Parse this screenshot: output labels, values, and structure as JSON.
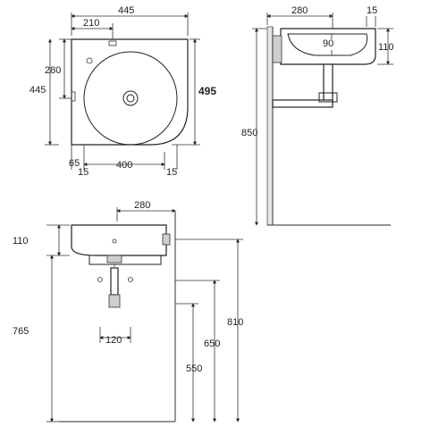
{
  "top_view": {
    "dim_width_total": "445",
    "dim_width_tap": "210",
    "dim_height_tap": "280",
    "dim_height_side": "445",
    "dim_height_right": "495",
    "dim_bottom_left": "65",
    "dim_bottom_inner_left": "15",
    "dim_bowl_diameter": "400",
    "dim_bottom_right": "15"
  },
  "side_view": {
    "dim_depth": "280",
    "dim_rim": "15",
    "dim_bowl": "90",
    "dim_height": "110",
    "dim_install_height": "850"
  },
  "front_view": {
    "dim_depth": "280",
    "dim_height": "110",
    "dim_floor_to_bottom": "765",
    "dim_waste": "120",
    "dim_rim_height": "810",
    "dim_mid_height": "650",
    "dim_low_height": "550"
  }
}
